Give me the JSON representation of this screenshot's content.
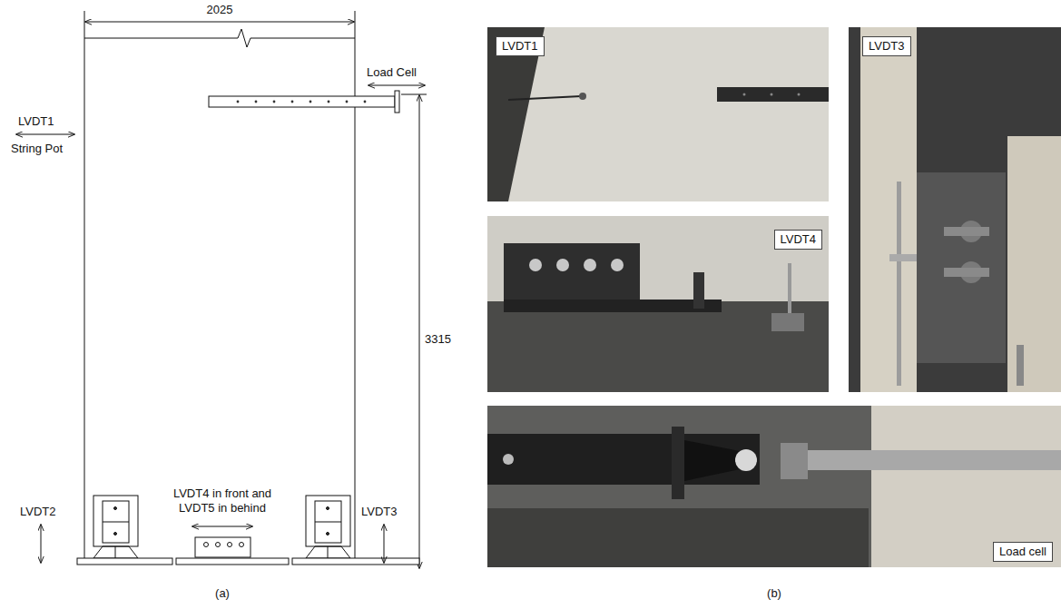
{
  "diagram": {
    "nodes": [
      {
        "text": [
          "LVDT1"
        ]
      },
      {
        "text": [
          "LVDT3"
        ]
      },
      {
        "text": [
          "LVDT4"
        ]
      },
      {
        "text": [
          "Load cell"
        ]
      }
    ],
    "labels": [
      "2025",
      "LVDT1",
      "String Pot",
      "Load Cell",
      "3315",
      "LVDT2",
      "LVDT4 in front and LVDT5 in behind",
      "LVDT3",
      "(a)",
      "(b)"
    ]
  }
}
